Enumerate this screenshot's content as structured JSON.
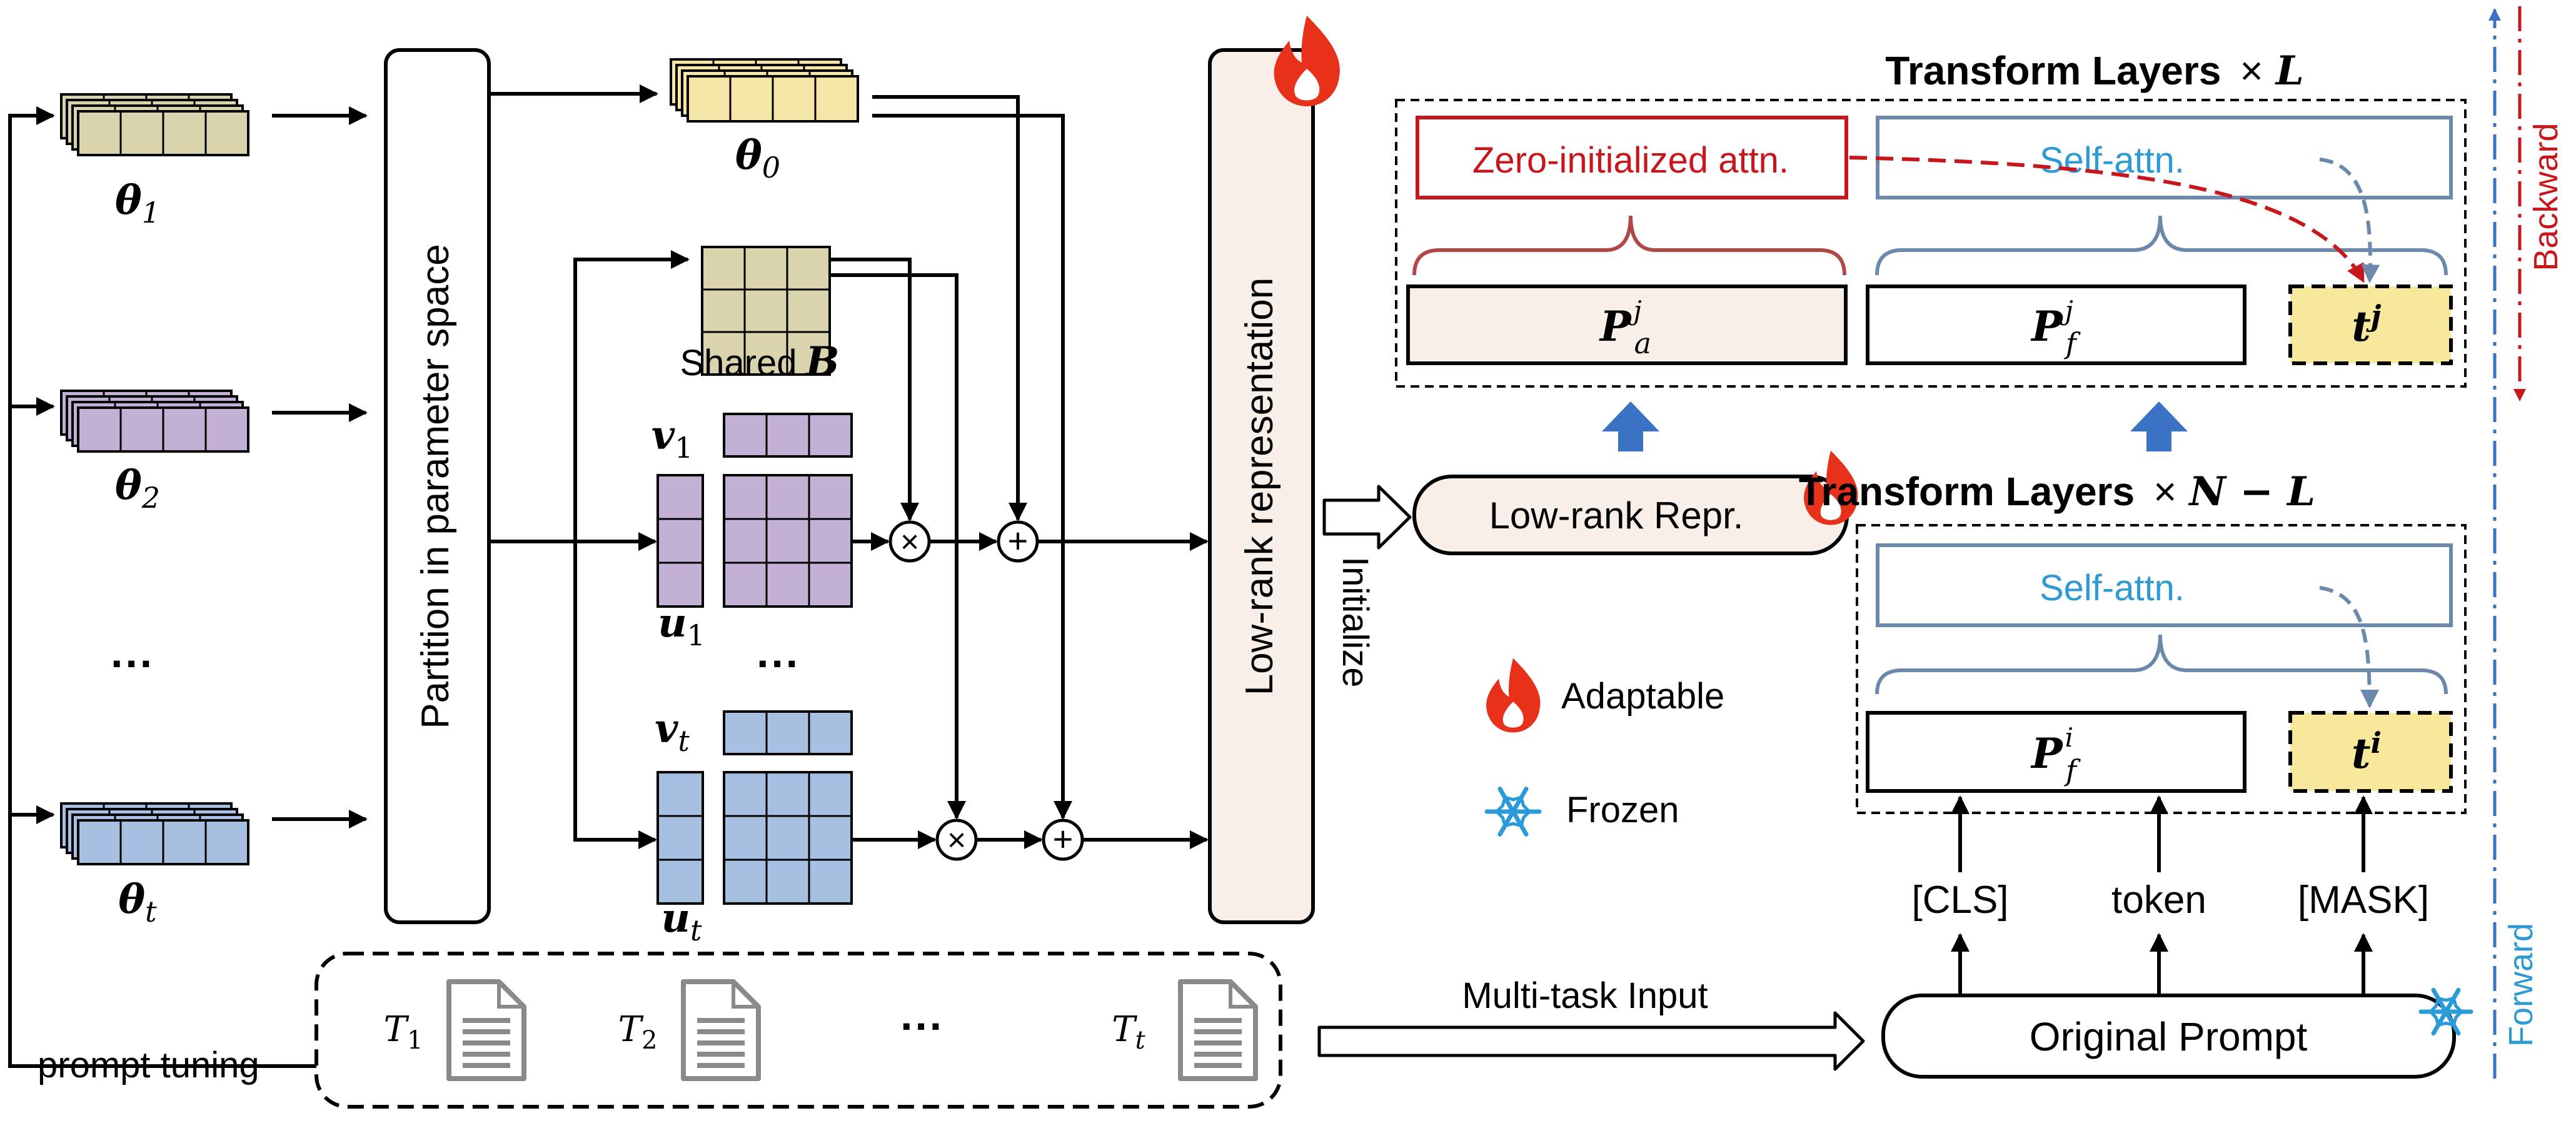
{
  "colors": {
    "yellow": "#f5e6a8",
    "khaki": "#d9d3ae",
    "purple": "#c2b1d5",
    "blue": "#a7bfe0",
    "red": "#c8161d",
    "steel": "#6c89ad",
    "label_blue": "#2e9ad4",
    "dashed_yellow": "#f8e89c",
    "cream": "#f7efe8",
    "flame": "#e8311a",
    "snow": "#2a9ad8"
  },
  "left": {
    "theta1": "θ",
    "theta1_sub": "1",
    "theta2": "θ",
    "theta2_sub": "2",
    "thetat": "θ",
    "thetat_sub": "t",
    "ellipsis": "···",
    "prompt_tuning": "prompt tuning"
  },
  "partition": {
    "label": "Partition in parameter space"
  },
  "middle": {
    "theta0": "θ",
    "theta0_sub": "0",
    "shared_b_text": "Shared",
    "shared_b_symbol": "B",
    "v1": "v",
    "v1_sub": "1",
    "u1": "u",
    "u1_sub": "1",
    "vt": "v",
    "vt_sub": "t",
    "ut": "u",
    "ut_sub": "t",
    "ellipsis": "···",
    "times": "×",
    "plus": "+"
  },
  "lowrank": {
    "vertical_label": "Low-rank representation",
    "initialize": "Initialize",
    "repr_box": "Low-rank Repr."
  },
  "tasks": {
    "t1": "T",
    "t1_sub": "1",
    "t2": "T",
    "t2_sub": "2",
    "tt": "T",
    "tt_sub": "t",
    "ellipsis": "···"
  },
  "upper_block": {
    "title": "Transform Layers",
    "times": "×",
    "title_symbol": "L",
    "zero_attn": "Zero-initialized attn.",
    "self_attn": "Self-attn.",
    "pa": "P",
    "pa_sub": "a",
    "pa_sup": "j",
    "pf": "P",
    "pf_sub": "f",
    "pf_sup": "j",
    "tj": "t",
    "tj_sup": "j"
  },
  "lower_block": {
    "title": "Transform Layers",
    "times": "×",
    "title_symbol": "N − L",
    "self_attn": "Self-attn.",
    "pf": "P",
    "pf_sub": "f",
    "pf_sup": "i",
    "ti": "t",
    "ti_sup": "i"
  },
  "legend": {
    "adaptable": "Adaptable",
    "frozen": "Frozen"
  },
  "inputs": {
    "cls": "[CLS]",
    "token": "token",
    "mask": "[MASK]",
    "multitask": "Multi-task Input",
    "original_prompt": "Original Prompt"
  },
  "side": {
    "backward": "Backward",
    "forward": "Forward"
  }
}
